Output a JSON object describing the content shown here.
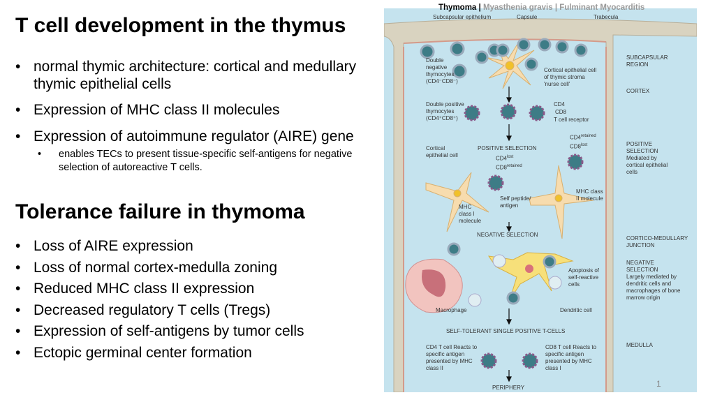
{
  "title": "T cell development in the thymus",
  "bullets1": [
    "normal thymic architecture: cortical and medullary thymic epithelial cells",
    "Expression of MHC class II molecules",
    "Expression of autoimmune regulator (AIRE) gene"
  ],
  "sub_bullet": "enables TECs to present tissue-specific self-antigens for negative selection of autoreactive T cells.",
  "title2": "Tolerance failure in thymoma",
  "bullets2": [
    "Loss of AIRE expression",
    "Loss of normal cortex-medulla zoning",
    "Reduced MHC class II expression",
    "Decreased regulatory T cells (Tregs)",
    "Expression of self-antigens by tumor cells",
    "Ectopic germinal center formation"
  ],
  "header": {
    "active": "Thymoma |",
    "rest": "Myasthenia gravis | Fulminant Myocarditis"
  },
  "diagram": {
    "top": [
      "Subcapsular epithelium",
      "Capsule",
      "Trabecula"
    ],
    "regions": {
      "subcapsular": "SUBCAPSULAR REGION",
      "cortex": "CORTEX",
      "positive": "POSITIVE SELECTION",
      "positive_desc": "Mediated by cortical epithelial cells",
      "cmj": "CORTICO-MEDULLARY JUNCTION",
      "negative": "NEGATIVE SELECTION",
      "negative_desc": "Largely mediated by dendritic cells and macrophages of bone marrow origin",
      "medulla": "MEDULLA"
    },
    "double_negative": "Double negative thymocytes (CD4⁻CD8⁻)",
    "nurse_cell": "Cortical epithelial cell of thymic stroma 'nurse cell'",
    "double_positive": "Double positive thymocytes (CD4⁺CD8⁺)",
    "cd4": "CD4",
    "cd8": "CD8",
    "tcr": "T cell receptor",
    "cd4r": "CD4",
    "cd4r_sup": "retained",
    "cd8l": "CD8",
    "cd8l_sup": "lost",
    "cd4l": "CD4",
    "cd4l_sup": "lost",
    "cd8r": "CD8",
    "cd8r_sup": "retained",
    "cortical_cell": "Cortical epithelial cell",
    "positive_selection": "POSITIVE SELECTION",
    "self_peptide": "Self peptide/ antigen",
    "mhc1": "MHC class I molecule",
    "mhc2": "MHC class II molecule",
    "negative_selection": "NEGATIVE SELECTION",
    "apoptosis": "Apoptosis of self-reactive cells",
    "macrophage": "Macrophage",
    "dendritic": "Dendritic cell",
    "self_tolerant": "SELF-TOLERANT SINGLE POSITIVE T-CELLS",
    "cd4_t": "CD4 T cell Reacts to specific antigen presented by MHC class II",
    "cd8_t": "CD8 T cell Reacts to specific antigen presented by MHC class I",
    "periphery": "PERIPHERY"
  },
  "page_number": "1"
}
